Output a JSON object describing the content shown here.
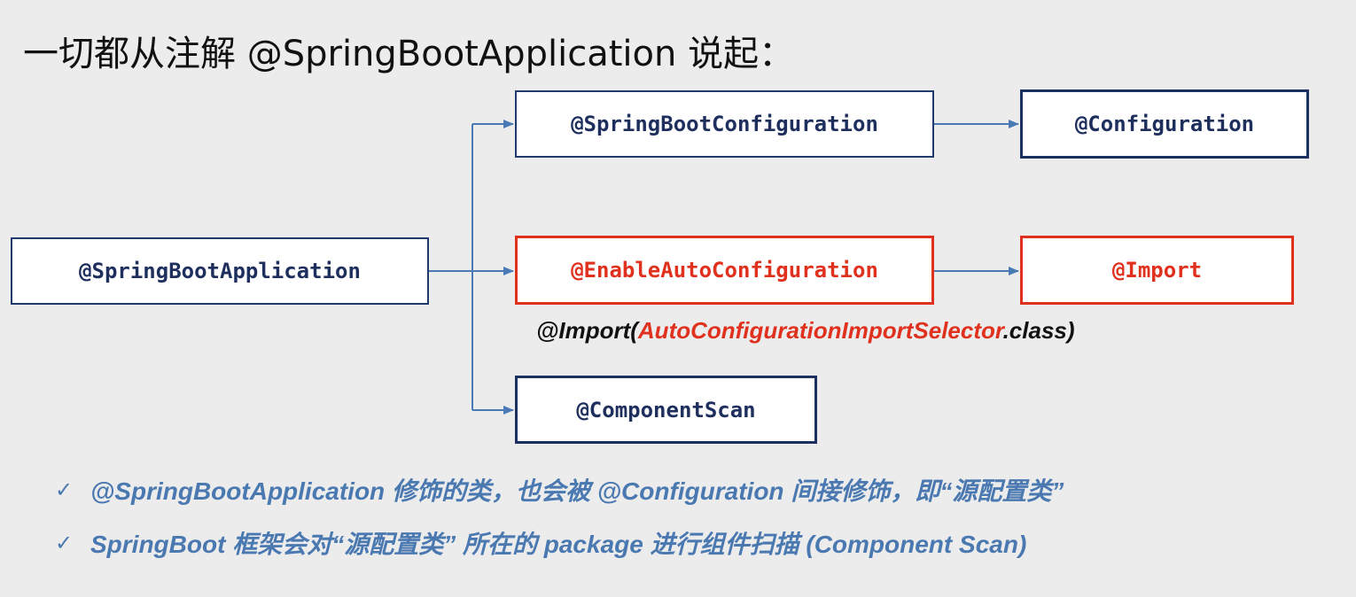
{
  "title": "一切都从注解 @SpringBootApplication 说起：",
  "boxes": {
    "app": "@SpringBootApplication",
    "sbc": "@SpringBootConfiguration",
    "conf": "@Configuration",
    "eac": "@EnableAutoConfiguration",
    "imp": "@Import",
    "cs": "@ComponentScan"
  },
  "import_note": {
    "prefix": "@Import(",
    "selector": "AutoConfigurationImportSelector",
    "suffix": ".class)"
  },
  "bullets": [
    {
      "icon": "check-icon",
      "symbol": "✓",
      "text": "@SpringBootApplication 修饰的类，也会被 @Configuration 间接修饰，即“源配置类”"
    },
    {
      "icon": "check-icon",
      "symbol": "✓",
      "text": "SpringBoot 框架会对“源配置类” 所在的 package 进行组件扫描 (Component Scan)"
    }
  ],
  "colors": {
    "navy": "#1e2f5e",
    "red": "#e0301e",
    "arrow": "#4a7ab5",
    "bullet": "#4a78b0",
    "background": "#ececec"
  }
}
